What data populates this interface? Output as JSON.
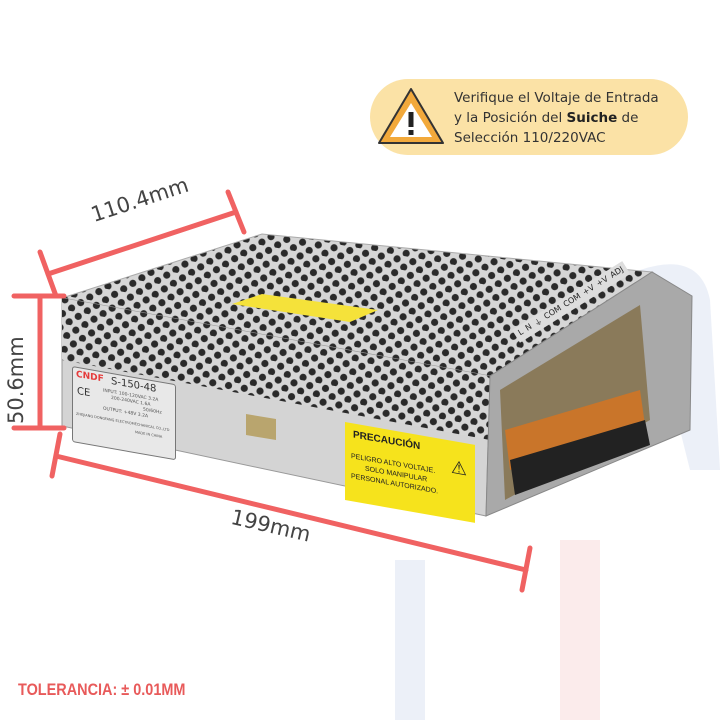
{
  "notice": {
    "line1": "Verifique el Voltaje de Entrada",
    "line2_pre": "y la Posición del ",
    "line2_bold": "Suiche",
    "line2_post": " de",
    "line3": "Selección 110/220VAC",
    "icon": "warning-triangle-icon",
    "background": "#fbe2a6",
    "icon_color": "#f2a93b"
  },
  "dimensions": {
    "width": "110.4mm",
    "height": "50.6mm",
    "length": "199mm",
    "line_color": "#f06262"
  },
  "product_label": {
    "brand": "CNDF",
    "model": "S-150-48",
    "input": "INPUT: 100-120VAC 3.2A",
    "input2": "200-240VAC 1.6A",
    "freq": "50/60Hz",
    "output": "OUTPUT: +48V 3.2A",
    "maker": "ZHEJIANG DONGFANG ELECTROMECHANICAL CO.,LTD",
    "made_in": "MADE IN CHINA",
    "ce": "CE"
  },
  "caution_label": {
    "title": "PRECAUCIÓN",
    "line1": "PELIGRO ALTO VOLTAJE.",
    "line2": "SOLO MANIPULAR",
    "line3": "PERSONAL AUTORIZADO."
  },
  "terminals": [
    "L",
    "N",
    "⏚",
    "COM",
    "COM",
    "+V",
    "+V",
    "ADJ"
  ],
  "tolerance": "TOLERANCIA:  ± 0.01MM"
}
